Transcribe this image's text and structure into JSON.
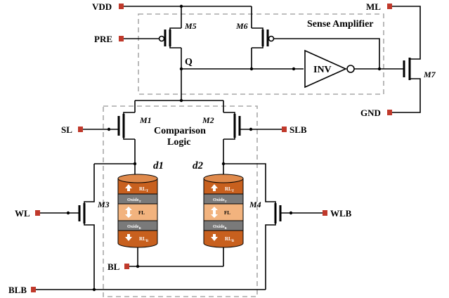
{
  "colors": {
    "pin": "#c0392b",
    "rl_layer": "#c8601e",
    "rl_top": "#e08a4c",
    "oxide_layer": "#7a7a7a",
    "fl_layer": "#f2b37e",
    "box_dash": "#a8a8a8"
  },
  "pins": {
    "vdd": "VDD",
    "pre": "PRE",
    "ml": "ML",
    "gnd": "GND",
    "sl": "SL",
    "slb": "SLB",
    "wl": "WL",
    "wlb": "WLB",
    "bl": "BL",
    "blb": "BLB"
  },
  "transistors": {
    "m1": "M1",
    "m2": "M2",
    "m3": "M3",
    "m4": "M4",
    "m5": "M5",
    "m6": "M6",
    "m7": "M7"
  },
  "blocks": {
    "sense_amplifier": "Sense Amplifier",
    "comparison_line1": "Comparison",
    "comparison_line2": "Logic",
    "inverter": "INV",
    "node_q": "Q"
  },
  "devices": {
    "d1": "d1",
    "d2": "d2",
    "layers": {
      "rl_t": "RL",
      "rl_t_sub": "T",
      "oxide_t": "Oxide",
      "oxide_t_sub": "T",
      "fl": "FL",
      "oxide_b": "Oxide",
      "oxide_b_sub": "B",
      "rl_b": "RL",
      "rl_b_sub": "B"
    }
  }
}
